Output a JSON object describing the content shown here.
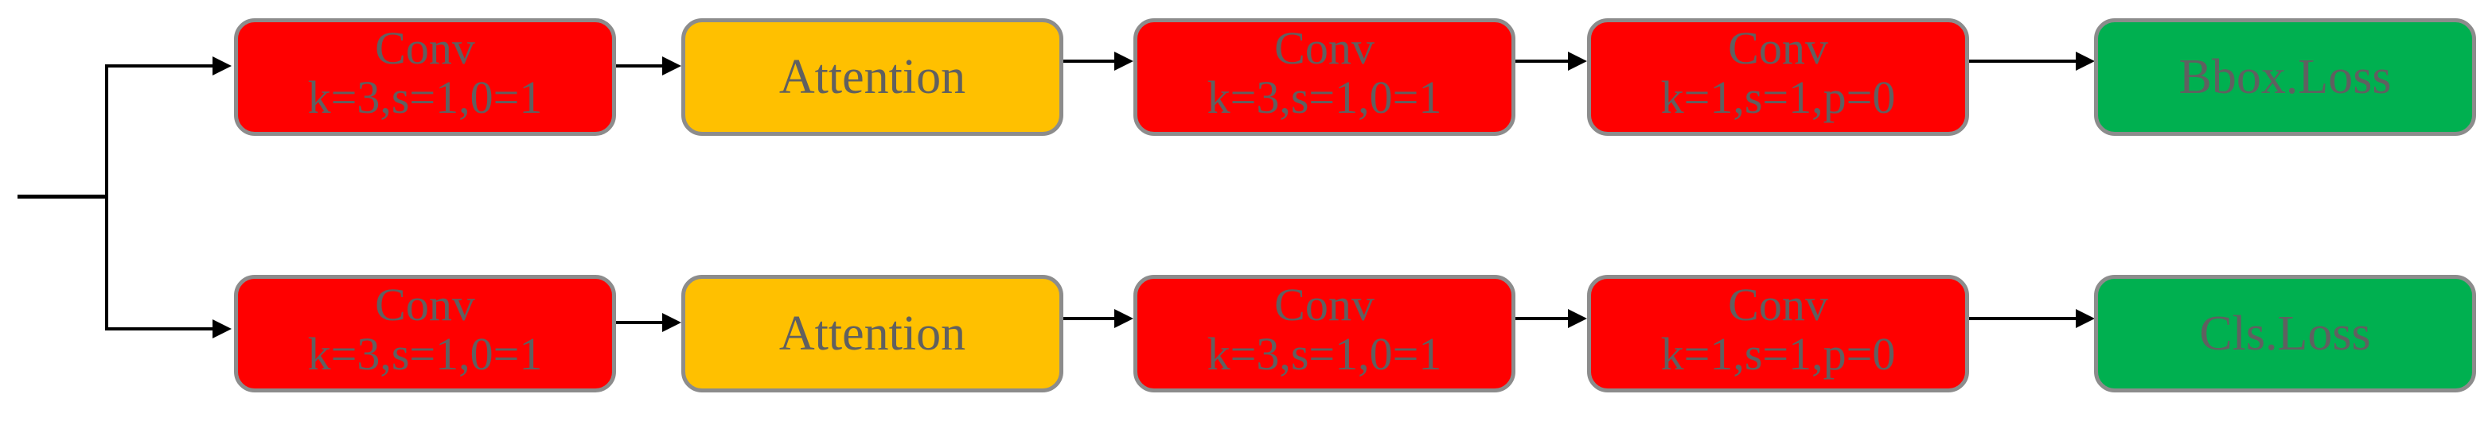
{
  "diagram": {
    "top_row": {
      "conv1": {
        "title": "Conv",
        "params": "k=3,s=1,0=1"
      },
      "attention": {
        "label": "Attention"
      },
      "conv2": {
        "title": "Conv",
        "params": "k=3,s=1,0=1"
      },
      "conv3": {
        "title": "Conv",
        "params": "k=1,s=1,p=0"
      },
      "loss": {
        "label": "Bbox.Loss"
      }
    },
    "bottom_row": {
      "conv1": {
        "title": "Conv",
        "params": "k=3,s=1,0=1"
      },
      "attention": {
        "label": "Attention"
      },
      "conv2": {
        "title": "Conv",
        "params": "k=3,s=1,0=1"
      },
      "conv3": {
        "title": "Conv",
        "params": "k=1,s=1,p=0"
      },
      "loss": {
        "label": "Cls.Loss"
      }
    },
    "colors": {
      "conv": "#ff0000",
      "attention": "#ffc000",
      "loss": "#00b050",
      "border": "#8c8c8c",
      "text": "#606060",
      "connector": "#000000"
    }
  }
}
